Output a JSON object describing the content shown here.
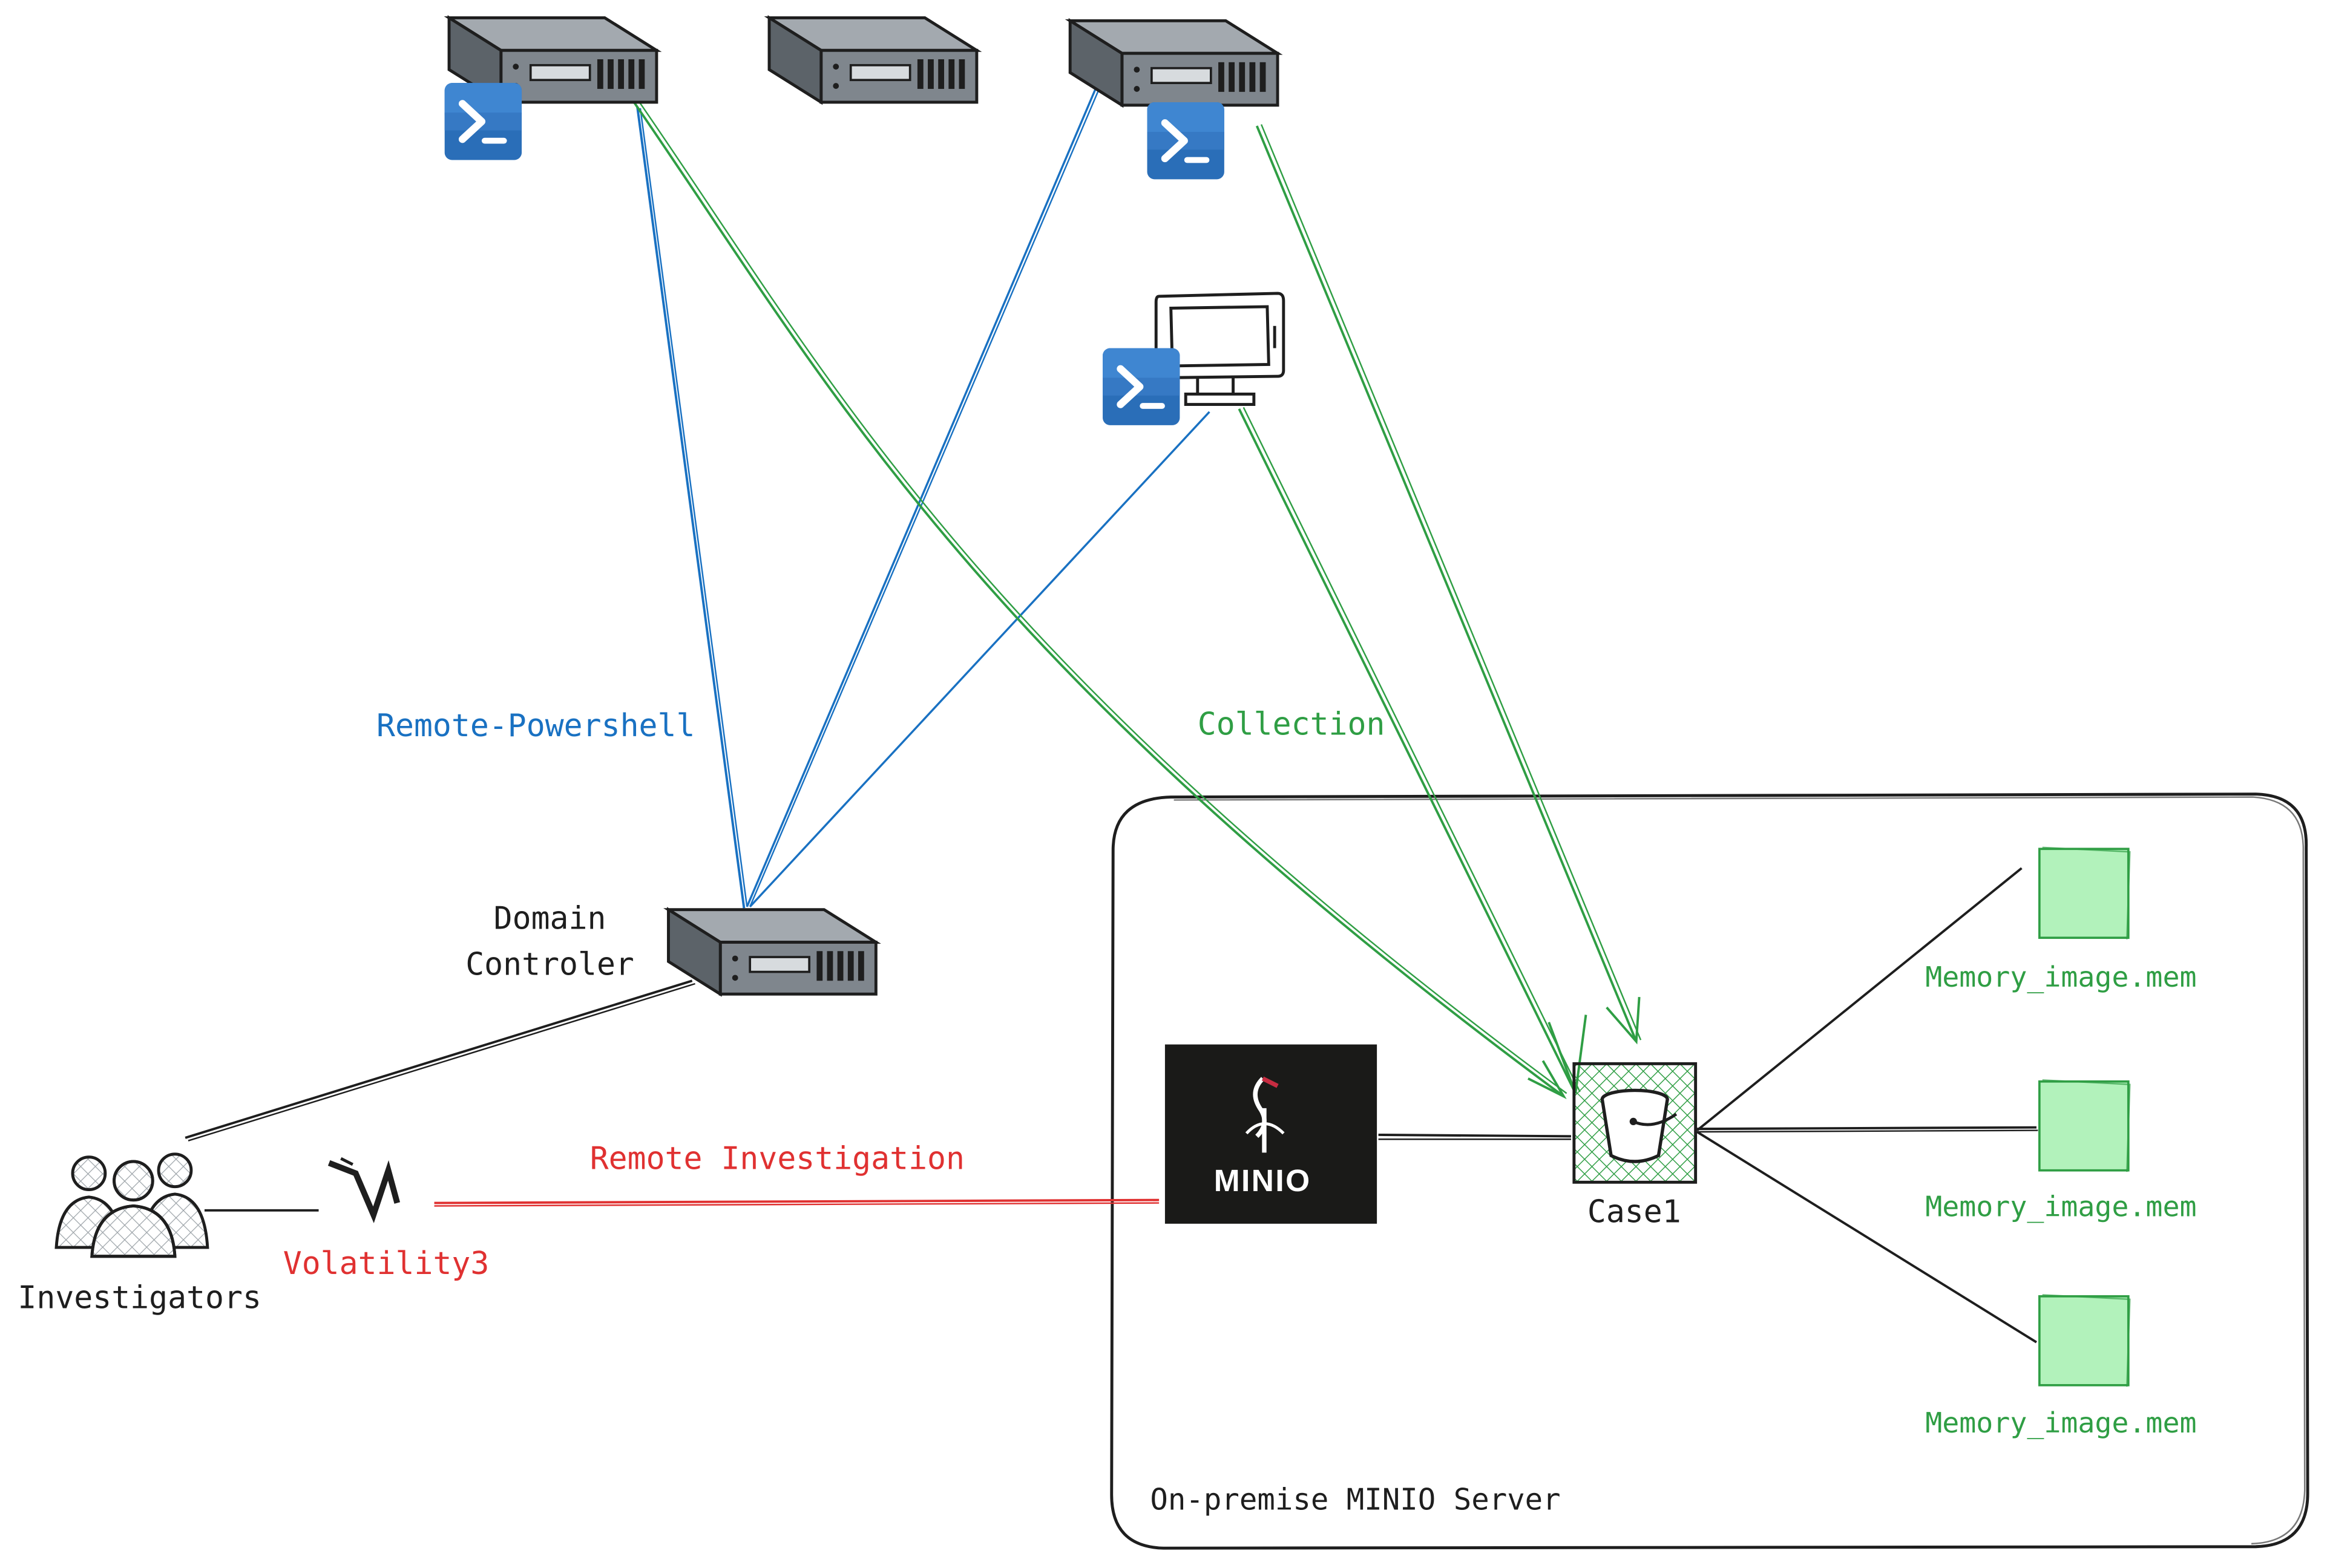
{
  "labels": {
    "remote_powershell": "Remote-Powershell",
    "collection": "Collection",
    "domain_controller_line1": "Domain",
    "domain_controller_line2": "Controler",
    "investigators": "Investigators",
    "volatility": "Volatility3",
    "remote_investigation": "Remote Investigation",
    "minio_logo": "MINIO",
    "bucket": "Case1",
    "memory_image_1": "Memory_image.mem",
    "memory_image_2": "Memory_image.mem",
    "memory_image_3": "Memory_image.mem",
    "server_group": "On-premise MINIO Server"
  },
  "icons": {
    "server": "server-icon",
    "powershell": "powershell-icon",
    "workstation": "monitor-icon",
    "users": "users-group-icon",
    "volatility": "volatility-logo-icon",
    "minio": "minio-logo-icon",
    "bucket": "bucket-icon",
    "file": "file-square-icon"
  },
  "colors": {
    "remote_powershell": "#1971c2",
    "collection": "#2f9e44",
    "remote_investigation": "#e03131",
    "file_fill": "#b2f2bb",
    "bucket_fill": "#b2f2bb",
    "server_body": "#7f868d",
    "powershell_blue": "#2a6eb8",
    "minio_background": "#1a1a18"
  }
}
